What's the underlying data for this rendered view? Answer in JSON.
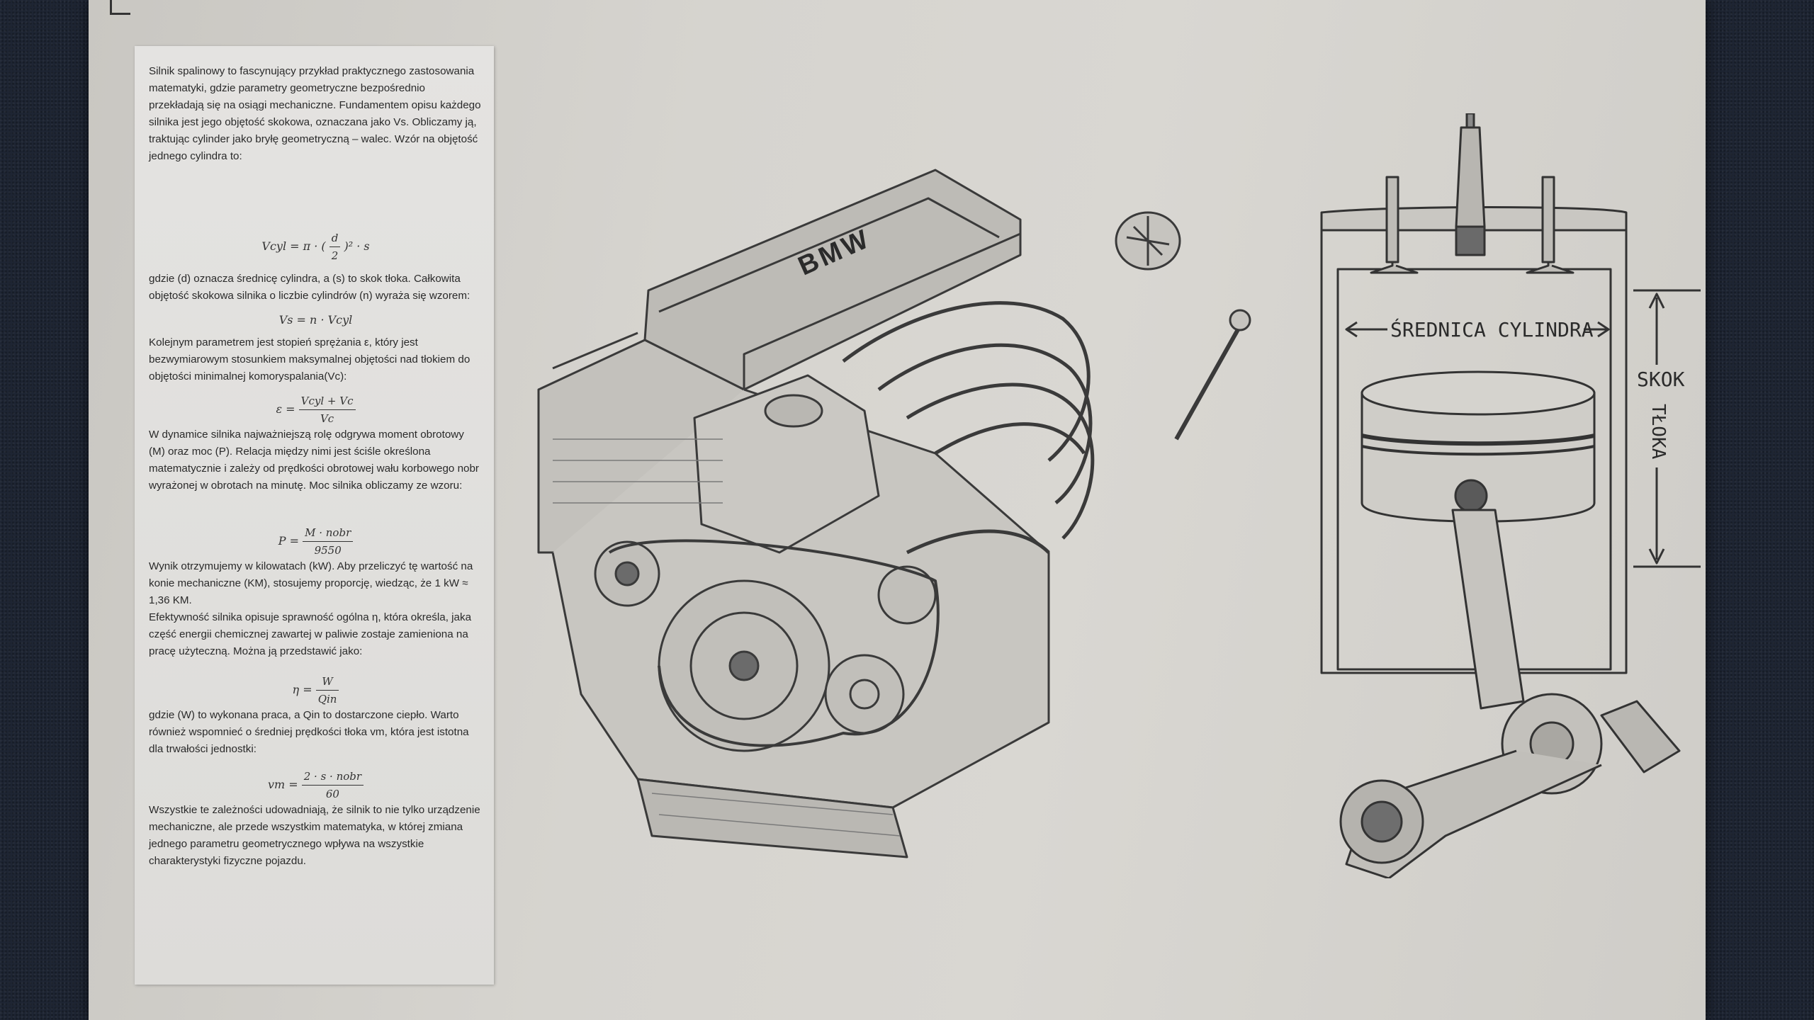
{
  "text_sheet": {
    "p1": "Silnik spalinowy to fascynujący przykład praktycznego zastosowania matematyki, gdzie parametry geometryczne bezpośrednio przekładają się na osiągi mechaniczne. Fundamentem opisu każdego silnika jest jego objętość skokowa, oznaczana jako Vs. Obliczamy ją, traktując cylinder jako bryłę geometryczną – walec. Wzór na objętość jednego cylindra to:",
    "f1_left": "Vcyl = π · (",
    "f1_num": "d",
    "f1_den": "2",
    "f1_right": ")² · s",
    "p2": "gdzie (d) oznacza średnicę cylindra, a (s) to skok tłoka. Całkowita objętość skokowa silnika o liczbie cylindrów (n) wyraża się wzorem:",
    "f2": "Vs = n · Vcyl",
    "p3": "Kolejnym parametrem jest stopień sprężania ε, który jest bezwymiarowym stosunkiem maksymalnej objętości nad tłokiem do objętości minimalnej komoryspalania(Vc):",
    "f3_left": "ε =",
    "f3_num": "Vcyl + Vc",
    "f3_den": "Vc",
    "p4": "W dynamice silnika najważniejszą rolę odgrywa moment obrotowy (M) oraz moc (P). Relacja między nimi jest ściśle określona matematycznie i zależy od prędkości obrotowej wału korbowego nobr wyrażonej w obrotach na minutę. Moc silnika obliczamy ze wzoru:",
    "f4_left": "P =",
    "f4_num": "M · nobr",
    "f4_den": "9550",
    "p5": "Wynik otrzymujemy w kilowatach (kW). Aby przeliczyć tę wartość na konie mechaniczne (KM), stosujemy proporcję, wiedząc, że 1 kW ≈ 1,36 KM.",
    "p6": "Efektywność silnika opisuje sprawność ogólna η, która określa, jaka część energii chemicznej zawartej w paliwie zostaje zamieniona na pracę użyteczną. Można ją przedstawić jako:",
    "f5_left": "η =",
    "f5_num": "W",
    "f5_den": "Qin",
    "p7": "gdzie (W) to wykonana praca, a Qin to dostarczone ciepło. Warto również wspomnieć o średniej prędkości tłoka vm, która jest istotna dla trwałości jednostki:",
    "f6_left": "vm =",
    "f6_num": "2 · s · nobr",
    "f6_den": "60",
    "p8": "Wszystkie te zależności udowadniają, że silnik to nie tylko urządzenie mechaniczne, ale przede wszystkim matematyka, w której zmiana jednego parametru geometrycznego wpływa na wszystkie charakterystyki fizyczne pojazdu."
  },
  "engine_drawing": {
    "brand_label": "BMW"
  },
  "piston_drawing": {
    "bore_label": "ŚREDNICA CYLINDRA",
    "stroke_label_1": "SKOK",
    "stroke_label_2": "TŁOKA"
  },
  "colors": {
    "paper": "#d6d4cf",
    "sheet": "#e2e1df",
    "pencil": "#2b2b2b",
    "carpet": "#1e2533"
  }
}
